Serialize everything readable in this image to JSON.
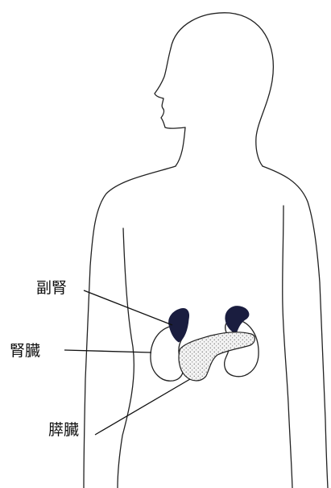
{
  "labels": {
    "adrenal_gland": "副腎",
    "kidney": "腎臓",
    "pancreas": "膵臓"
  },
  "colors": {
    "outline": "#222222",
    "adrenal_fill": "#1a1d3f",
    "background": "#ffffff"
  }
}
